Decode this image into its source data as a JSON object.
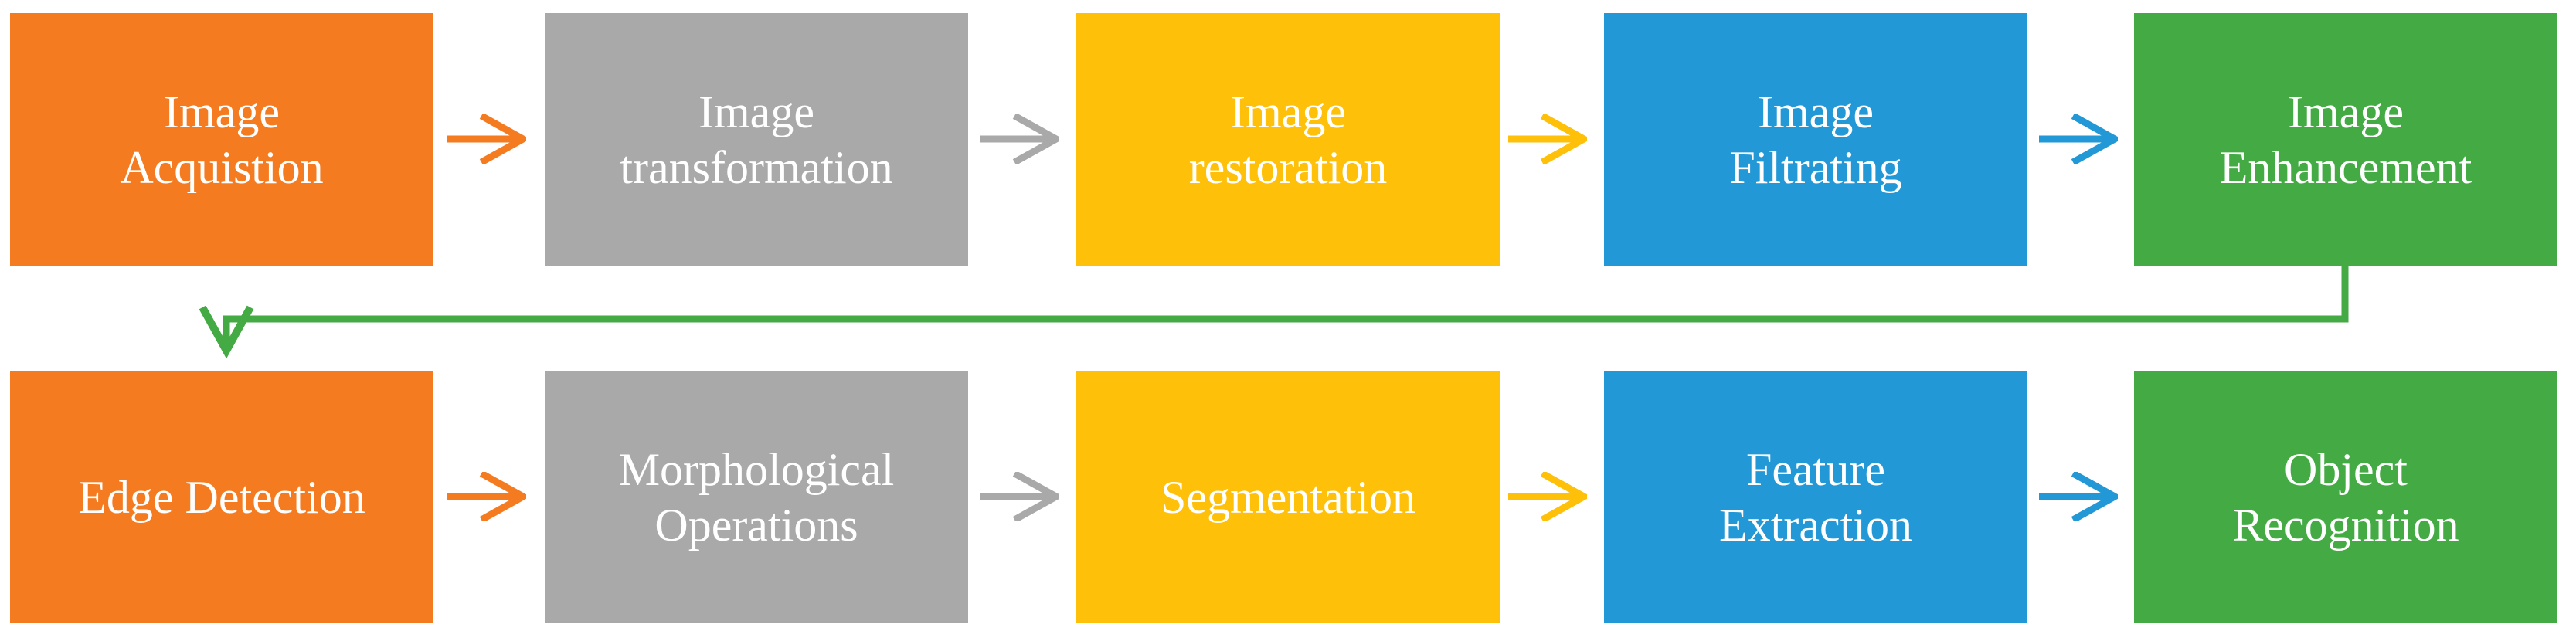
{
  "palette": {
    "orange": "#F57B20",
    "gray": "#A9A9A9",
    "yellow": "#FFC00A",
    "blue": "#2298D6",
    "green": "#43AA44",
    "text": "#FFFFFF",
    "background": "#FFFFFF"
  },
  "rows": [
    {
      "name": "row-1",
      "boxes": [
        {
          "label": "Image\nAcquistion",
          "color": "orange"
        },
        {
          "label": "Image\ntransformation",
          "color": "gray"
        },
        {
          "label": "Image\nrestoration",
          "color": "yellow"
        },
        {
          "label": "Image\nFiltrating",
          "color": "blue"
        },
        {
          "label": "Image\nEnhancement",
          "color": "green"
        }
      ],
      "arrow_colors": [
        "orange",
        "gray",
        "yellow",
        "blue"
      ]
    },
    {
      "name": "row-2",
      "boxes": [
        {
          "label": "Edge Detection",
          "color": "orange"
        },
        {
          "label": "Morphological\nOperations",
          "color": "gray"
        },
        {
          "label": "Segmentation",
          "color": "yellow"
        },
        {
          "label": "Feature\nExtraction",
          "color": "blue"
        },
        {
          "label": "Object\nRecognition",
          "color": "green"
        }
      ],
      "arrow_colors": [
        "orange",
        "gray",
        "yellow",
        "blue"
      ]
    }
  ],
  "connector": {
    "from_label": "Image Enhancement",
    "to_label": "Edge Detection",
    "color": "green",
    "style": "elbow-down-open-arrow"
  }
}
